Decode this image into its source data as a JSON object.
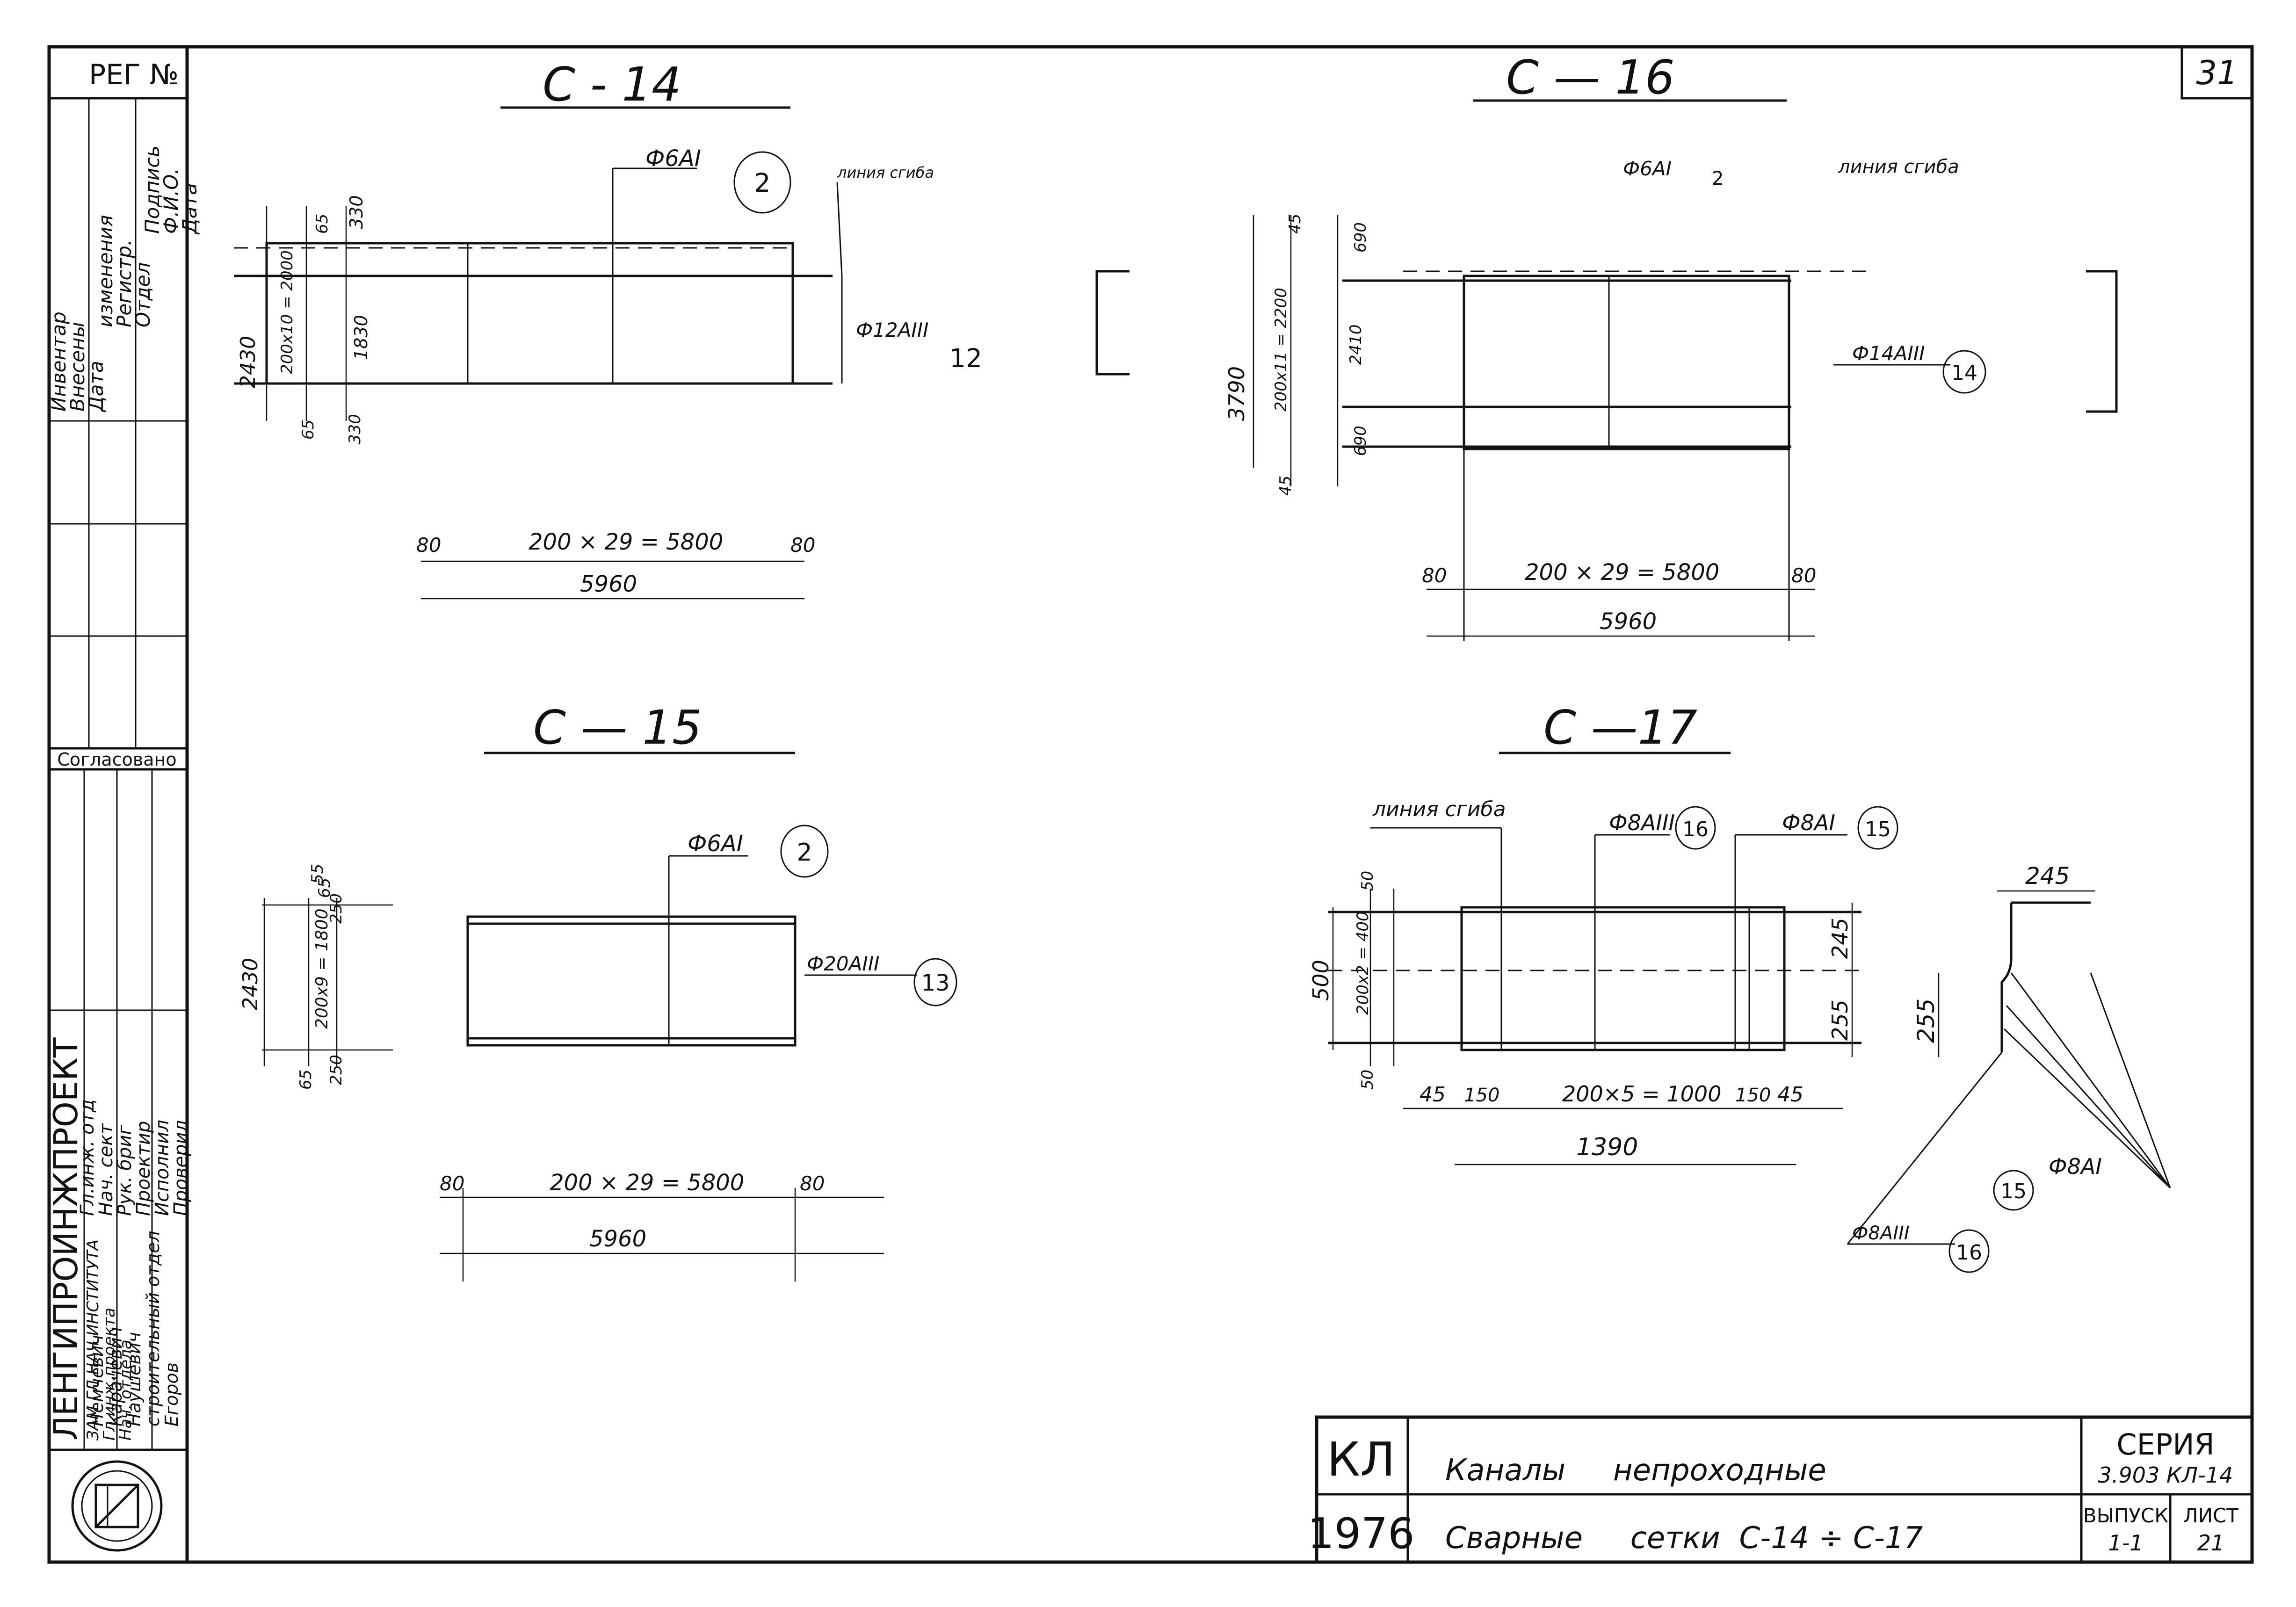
{
  "sheet_number": "31",
  "stamp": {
    "reg_label": "РЕГ №",
    "col1": [
      "Инвентар",
      "Внесены",
      "Дата"
    ],
    "col2": [
      "изменения",
      "Регистр.",
      "Отдел"
    ],
    "col3": [
      "Подпись",
      "Ф.И.О.",
      "Дата"
    ],
    "agreed": "Согласовано",
    "org": "ЛЕНГИПРОИНЖПРОЕКТ",
    "roles": [
      "Гл.инж. отд",
      "Нач. сект",
      "Рук. бриг",
      "Проектир",
      "Исполнил",
      "Проверил"
    ],
    "names": [
      "Немчевич",
      "Карачевич",
      "Наушевич",
      "строительный отдел",
      "Егоров"
    ],
    "side_a": [
      "ЗАМ ГЛ НАЧ ИНСТИТУТА",
      "Гл.инж.проекта",
      "Нач. отдела"
    ]
  },
  "drawings": {
    "c14": {
      "title": "С - 14",
      "bar_main": "Ф6АI",
      "bar_main_pos": "2",
      "bar_cross": "Ф12АIII",
      "bar_cross_pos": "12",
      "bend_line": "линия сгиба",
      "dims_left": [
        "2430",
        "200х10 = 2000",
        "65",
        "65"
      ],
      "dims_right": [
        "330",
        "1830",
        "330"
      ],
      "dim_bottom": "200 × 29 = 5800",
      "dim_total": "5960",
      "dim_edge_left": "80",
      "dim_edge_right": "80"
    },
    "c15": {
      "title": "С — 15",
      "bar_main": "Ф6АI",
      "bar_main_pos": "2",
      "bar_cross": "Ф20АIII",
      "bar_cross_pos": "13",
      "dims_left": [
        "2430",
        "200х9 = 1800",
        "65",
        "65"
      ],
      "dims_right": [
        "55",
        "250",
        "250"
      ],
      "dim_bottom": "200 × 29 = 5800",
      "dim_total": "5960",
      "dim_edge_left": "80",
      "dim_edge_right": "80"
    },
    "c16": {
      "title": "С — 16",
      "bar_main": "Ф6АI",
      "bar_main_pos": "2",
      "bend_line": "линия сгиба",
      "bar_cross": "Ф14АIII",
      "bar_cross_pos": "14",
      "dims_left": [
        "3790",
        "200х11 = 2200",
        "45",
        "45"
      ],
      "dims_right": [
        "690",
        "2410",
        "690"
      ],
      "dim_bottom": "200 × 29 = 5800",
      "dim_total": "5960",
      "dim_edge_left": "80",
      "dim_edge_right": "80"
    },
    "c17": {
      "title": "С —17",
      "bend_line": "линия сгиба",
      "bar_a": "Ф8АIII",
      "bar_a_pos": "16",
      "bar_b": "Ф8АI",
      "bar_b_pos": "15",
      "dims_left": [
        "500",
        "200х2 = 400",
        "50",
        "50"
      ],
      "dims_right": [
        "245",
        "255"
      ],
      "dim_bottom": "200×5 = 1000",
      "dim_bottom_parts": [
        "45",
        "150",
        "150",
        "45"
      ],
      "dim_total": "1390",
      "detail_top": "245",
      "detail_side": "255",
      "detail_bar_b": "Ф8АI",
      "detail_bar_b_pos": "15",
      "detail_bar_a": "Ф8АIII",
      "detail_bar_a_pos": "16"
    }
  },
  "title_block": {
    "code": "КЛ",
    "year": "1976",
    "title_line1": "Каналы     непроходные",
    "title_line2": "Сварные     сетки  С-14 ÷ С-17",
    "series_label": "СЕРИЯ",
    "series_value": "3.903 КЛ-14",
    "issue_label": "ВЫПУСК",
    "issue_value": "1-1",
    "sheet_label": "ЛИСТ",
    "sheet_value": "21"
  }
}
